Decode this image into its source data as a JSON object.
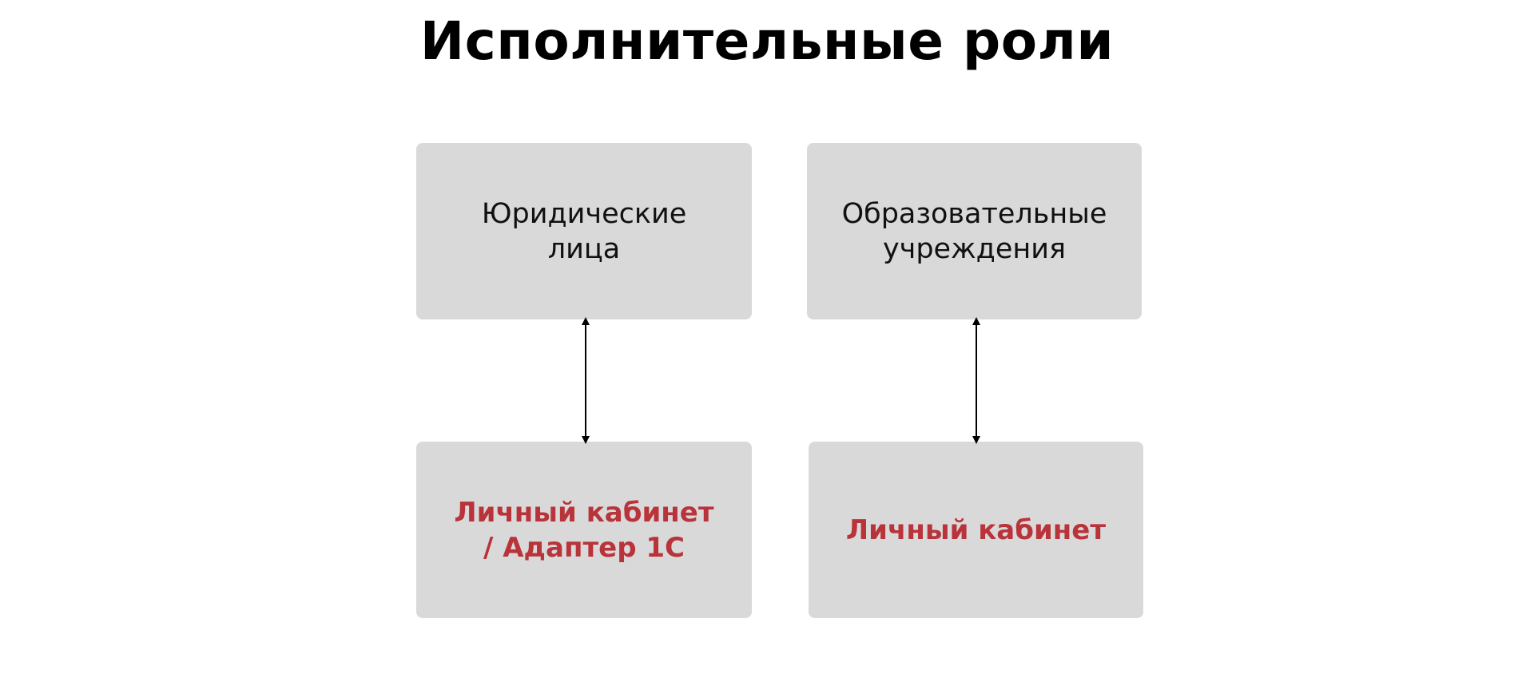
{
  "title": "Исполнительные роли",
  "colors": {
    "box_fill": "#d9d9d9",
    "accent_red": "#b9333a",
    "text_dark": "#111111"
  },
  "nodes": {
    "top_left": "Юридические\nлица",
    "top_right": "Образовательные\nучреждения",
    "bottom_left": "Личный кабинет\n/ Адаптер 1С",
    "bottom_right": "Личный кабинет"
  },
  "edges": [
    {
      "from": "top_left",
      "to": "bottom_left",
      "direction": "bidirectional"
    },
    {
      "from": "top_right",
      "to": "bottom_right",
      "direction": "bidirectional"
    }
  ]
}
